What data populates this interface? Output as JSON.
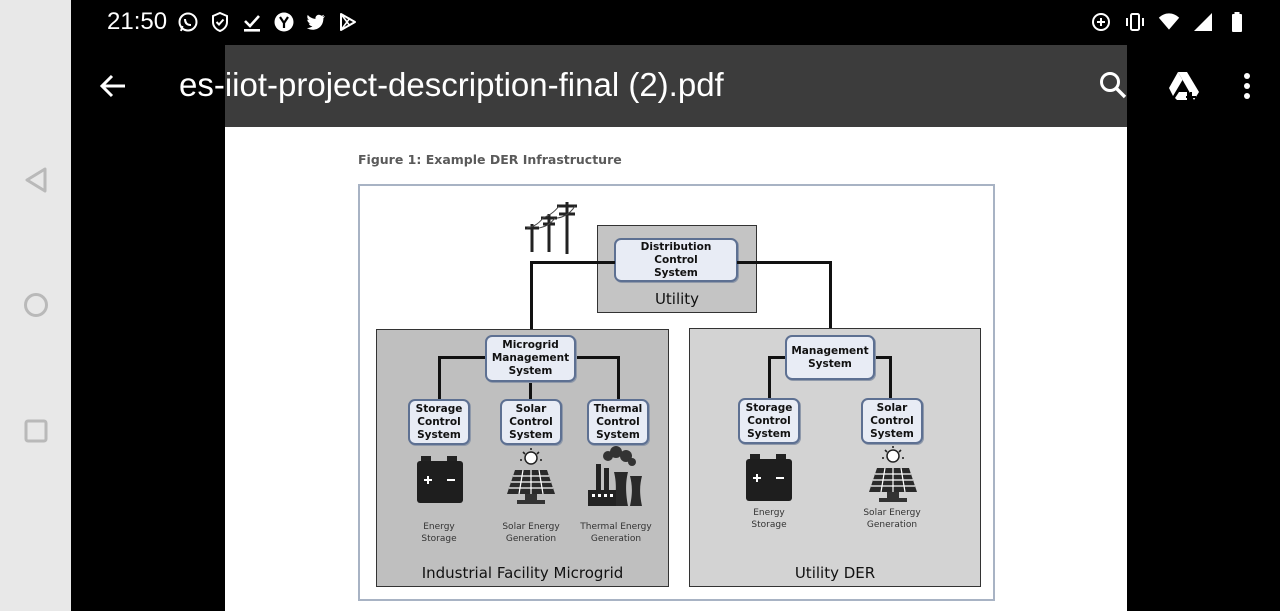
{
  "status_bar": {
    "time": "21:50",
    "left_icons": [
      "whatsapp-icon",
      "shield-check-icon",
      "download-done-icon",
      "yandex-icon",
      "twitter-icon",
      "play-store-icon"
    ],
    "right_icons": [
      "data-saver-icon",
      "vibrate-icon",
      "wifi-icon",
      "signal-icon",
      "battery-icon"
    ]
  },
  "toolbar": {
    "title": "es-iiot-project-description-final (2).pdf",
    "icons": [
      "back-arrow-icon",
      "search-icon",
      "google-drive-add-icon",
      "more-vert-icon"
    ]
  },
  "nav_rail": {
    "icons": [
      "nav-back-icon",
      "nav-home-icon",
      "nav-recents-icon"
    ]
  },
  "document": {
    "figure_caption": "Figure 1: Example DER Infrastructure",
    "diagram": {
      "utility": {
        "region_label": "Utility",
        "node": "Distribution Control\nSystem"
      },
      "microgrid": {
        "region_label": "Industrial Facility Microgrid",
        "manager": "Microgrid\nManagement\nSystem",
        "children": [
          {
            "node": "Storage\nControl\nSystem",
            "icon": "battery-icon",
            "caption": "Energy\nStorage"
          },
          {
            "node": "Solar\nControl\nSystem",
            "icon": "solar-panel-icon",
            "caption": "Solar Energy\nGeneration"
          },
          {
            "node": "Thermal\nControl\nSystem",
            "icon": "thermal-plant-icon",
            "caption": "Thermal Energy\nGeneration"
          }
        ]
      },
      "utility_der": {
        "region_label": "Utility DER",
        "manager": "Management\nSystem",
        "children": [
          {
            "node": "Storage\nControl\nSystem",
            "icon": "battery-icon",
            "caption": "Energy\nStorage"
          },
          {
            "node": "Solar\nControl\nSystem",
            "icon": "solar-panel-icon",
            "caption": "Solar Energy\nGeneration"
          }
        ]
      },
      "power_lines_icon": "power-lines-icon"
    }
  },
  "colors": {
    "status_bar_bg": "#000000",
    "toolbar_bg": "#3c3c3c",
    "nav_rail_bg": "#e8e8e8",
    "node_border": "#5d7092",
    "node_fill": "#e8ecf5",
    "region_dark": "#bdbdbd",
    "region_light": "#d2d2d2"
  }
}
